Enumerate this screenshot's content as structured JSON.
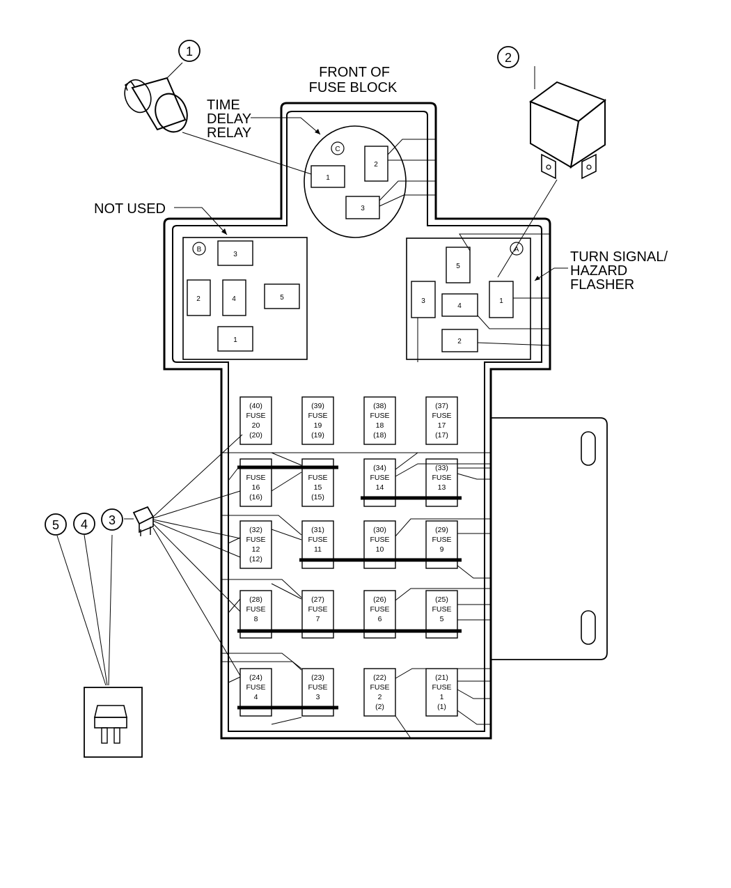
{
  "labels": {
    "front_l1": "FRONT OF",
    "front_l2": "FUSE BLOCK",
    "tdr_l1": "TIME",
    "tdr_l2": "DELAY",
    "tdr_l3": "RELAY",
    "not_used": "NOT USED",
    "turn_l1": "TURN SIGNAL/",
    "turn_l2": "HAZARD",
    "turn_l3": "FLASHER"
  },
  "circle_letters": {
    "a": "A",
    "b": "B",
    "c": "C"
  },
  "callouts": [
    "1",
    "2",
    "3",
    "4",
    "5"
  ],
  "relay_c": [
    "1",
    "2",
    "3"
  ],
  "relay_b": [
    "3",
    "2",
    "4",
    "5",
    "1"
  ],
  "relay_a": [
    "5",
    "3",
    "4",
    "1",
    "2"
  ],
  "fuses": [
    {
      "l1": "(40)",
      "l2": "FUSE",
      "l3": "20",
      "l4": "(20)"
    },
    {
      "l1": "(39)",
      "l2": "FUSE",
      "l3": "19",
      "l4": "(19)"
    },
    {
      "l1": "(38)",
      "l2": "FUSE",
      "l3": "18",
      "l4": "(18)"
    },
    {
      "l1": "(37)",
      "l2": "FUSE",
      "l3": "17",
      "l4": "(17)"
    },
    {
      "l1": "",
      "l2": "FUSE",
      "l3": "16",
      "l4": "(16)"
    },
    {
      "l1": "",
      "l2": "FUSE",
      "l3": "15",
      "l4": "(15)"
    },
    {
      "l1": "(34)",
      "l2": "FUSE",
      "l3": "14",
      "l4": ""
    },
    {
      "l1": "(33)",
      "l2": "FUSE",
      "l3": "13",
      "l4": ""
    },
    {
      "l1": "(32)",
      "l2": "FUSE",
      "l3": "12",
      "l4": "(12)"
    },
    {
      "l1": "(31)",
      "l2": "FUSE",
      "l3": "11",
      "l4": ""
    },
    {
      "l1": "(30)",
      "l2": "FUSE",
      "l3": "10",
      "l4": ""
    },
    {
      "l1": "(29)",
      "l2": "FUSE",
      "l3": "9",
      "l4": ""
    },
    {
      "l1": "(28)",
      "l2": "FUSE",
      "l3": "8",
      "l4": ""
    },
    {
      "l1": "(27)",
      "l2": "FUSE",
      "l3": "7",
      "l4": ""
    },
    {
      "l1": "(26)",
      "l2": "FUSE",
      "l3": "6",
      "l4": ""
    },
    {
      "l1": "(25)",
      "l2": "FUSE",
      "l3": "5",
      "l4": ""
    },
    {
      "l1": "(24)",
      "l2": "FUSE",
      "l3": "4",
      "l4": ""
    },
    {
      "l1": "(23)",
      "l2": "FUSE",
      "l3": "3",
      "l4": ""
    },
    {
      "l1": "(22)",
      "l2": "FUSE",
      "l3": "2",
      "l4": "(2)"
    },
    {
      "l1": "(21)",
      "l2": "FUSE",
      "l3": "1",
      "l4": "(1)"
    }
  ]
}
